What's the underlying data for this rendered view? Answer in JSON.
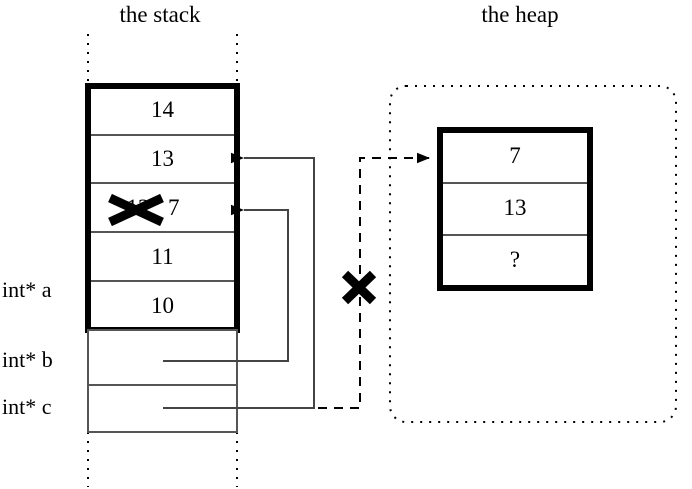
{
  "diagram": {
    "kind": "memory-layout-diagram",
    "stack": {
      "title": "the stack",
      "frame_cells": [
        {
          "value": "14"
        },
        {
          "value": "13"
        },
        {
          "value": "12",
          "struck_out": true,
          "replacement": "7"
        },
        {
          "value": "11"
        },
        {
          "value": "10"
        }
      ],
      "pointer_cells": [
        {
          "label": "int* b",
          "value": ""
        },
        {
          "label": "int* c",
          "value": ""
        }
      ],
      "variable_labels": [
        {
          "name": "int* a"
        },
        {
          "name": "int* b"
        },
        {
          "name": "int* c"
        }
      ]
    },
    "heap": {
      "title": "the heap",
      "cells": [
        {
          "value": "7"
        },
        {
          "value": "13"
        },
        {
          "value": "?"
        }
      ]
    },
    "annotations": {
      "invalid_pointer_mark": "X",
      "struck_value_mark": "X"
    },
    "colors": {
      "ink": "#000000",
      "paper": "#ffffff",
      "rule": "#555555"
    }
  }
}
